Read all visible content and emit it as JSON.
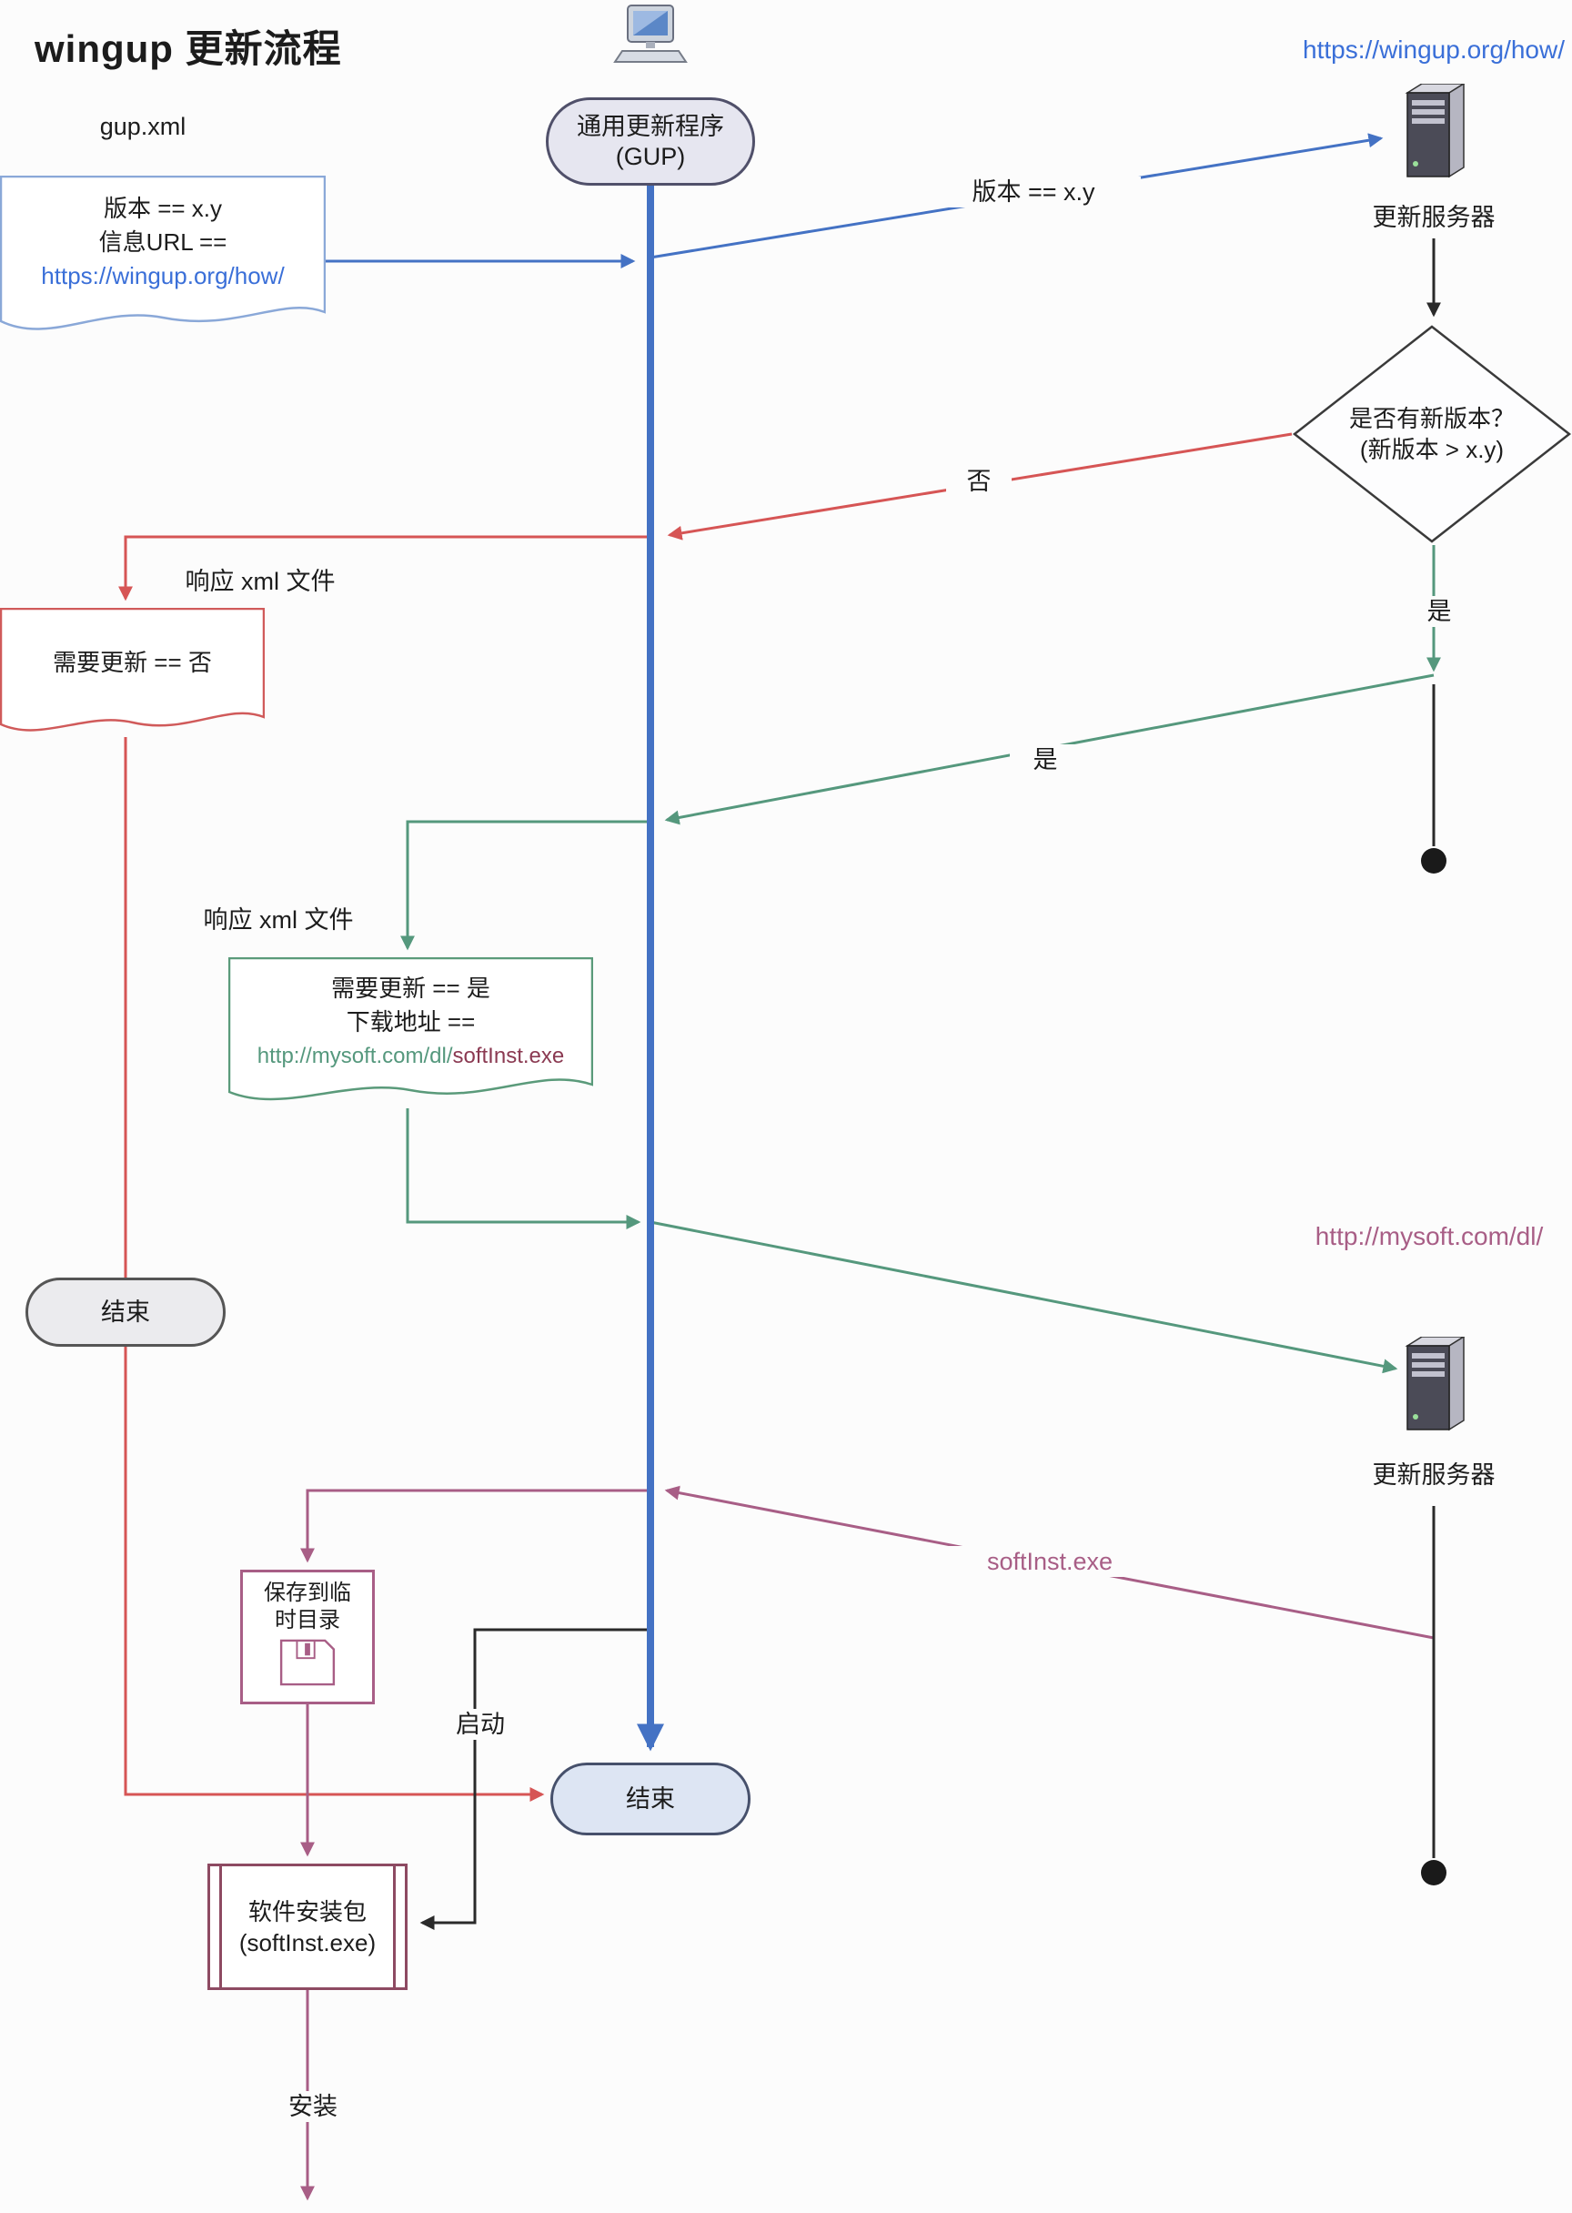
{
  "title": "wingup 更新流程",
  "links": {
    "wingup": "https://wingup.org/how/",
    "mysoft": "http://mysoft.com/dl/"
  },
  "nodes": {
    "app": {
      "line1": "通用更新程序",
      "line2": "(GUP)"
    },
    "server_top": {
      "label": "更新服务器"
    },
    "server_bottom": {
      "label": "更新服务器"
    },
    "decision": {
      "line1": "是否有新版本？",
      "line2": "(新版本 > x.y)"
    },
    "gup_xml_doc": {
      "caption": "gup.xml",
      "line1": "版本 == x.y",
      "line2": "信息URL ==",
      "line3": "https://wingup.org/how/"
    },
    "response_no_doc": {
      "caption": "响应 xml 文件",
      "line1": "需要更新 == 否"
    },
    "response_yes_doc": {
      "caption": "响应 xml 文件",
      "line1": "需要更新 == 是",
      "line2": "下载地址 ==",
      "url_base": "http://mysoft.com/dl/",
      "url_file": "softInst.exe"
    },
    "end_left": {
      "label": "结束"
    },
    "end_center": {
      "label": "结束"
    },
    "save_temp": {
      "line1": "保存到临",
      "line2": "时目录"
    },
    "installer": {
      "line1": "软件安装包",
      "line2": "(softInst.exe)"
    }
  },
  "edges": {
    "version": "版本 == x.y",
    "no": "否",
    "yes_down": "是",
    "yes_cross": "是",
    "softinst": "softInst.exe",
    "launch": "启动",
    "install": "安装"
  },
  "colors": {
    "blue": "#4472c4",
    "red": "#d65555",
    "green": "#55987d",
    "purple": "#a85e86",
    "link_blue": "#3a6fd8",
    "maroon": "#8b3a52",
    "black": "#2a2a2a"
  }
}
